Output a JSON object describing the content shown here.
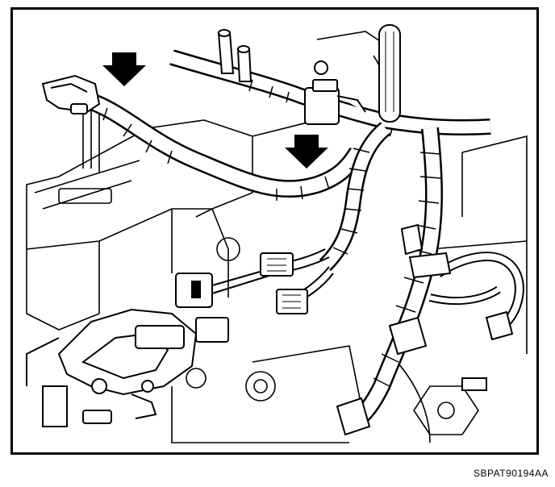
{
  "figure": {
    "reference_code": "SBPAT90194AA",
    "callouts": [
      {
        "name": "arrow-left",
        "symbol": "down-arrow"
      },
      {
        "name": "arrow-right",
        "symbol": "down-arrow"
      }
    ],
    "colors": {
      "ink": "#000000",
      "paper": "#ffffff"
    }
  }
}
